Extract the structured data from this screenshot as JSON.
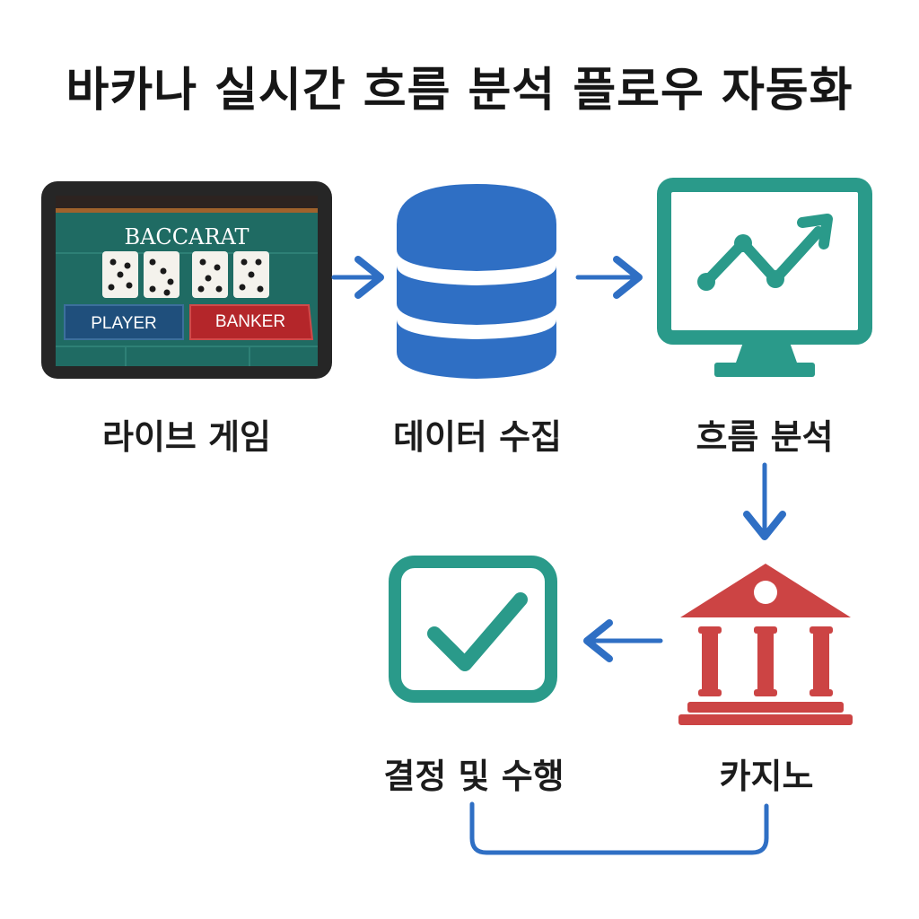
{
  "title": "바카나 실시간 흐름 분석 플로우 자동화",
  "nodes": {
    "live_game": {
      "label": "라이브 게임",
      "icon": "baccarat-tablet-icon",
      "screen_title": "BACCARAT",
      "player_label": "PLAYER",
      "banker_label": "BANKER"
    },
    "data_collection": {
      "label": "데이터 수집",
      "icon": "database-icon"
    },
    "flow_analysis": {
      "label": "흐름 분석",
      "icon": "monitor-chart-icon"
    },
    "casino": {
      "label": "카지노",
      "icon": "bank-building-icon"
    },
    "decision": {
      "label": "결정 및 수행",
      "icon": "checkbox-check-icon"
    }
  },
  "edges": [
    {
      "from": "live_game",
      "to": "data_collection"
    },
    {
      "from": "data_collection",
      "to": "flow_analysis"
    },
    {
      "from": "flow_analysis",
      "to": "casino"
    },
    {
      "from": "casino",
      "to": "decision"
    },
    {
      "from": "decision",
      "to": "casino",
      "style": "bracket-connector"
    }
  ],
  "colors": {
    "blue": "#2f6fc4",
    "teal": "#2a9a8a",
    "red": "#cc4444",
    "table_green": "#1f6b63",
    "player_blue": "#1f4f7c",
    "banker_red": "#b4262a"
  }
}
